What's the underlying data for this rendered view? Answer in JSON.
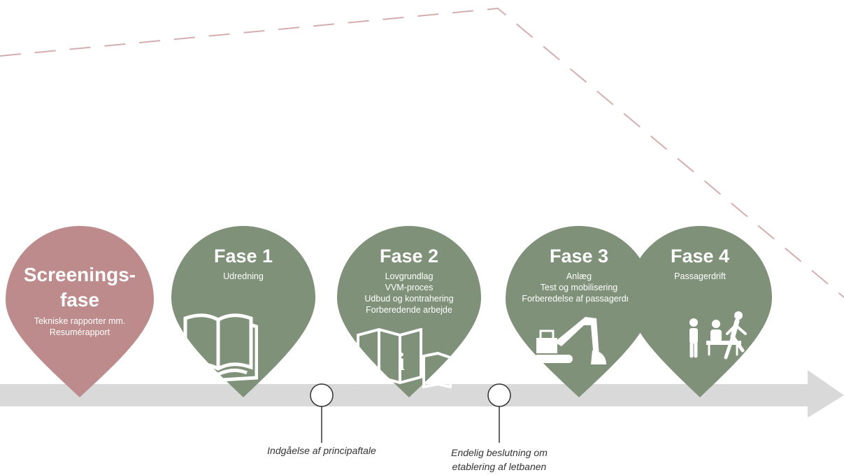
{
  "colors": {
    "screening": "#bd8b8b",
    "phase": "#7f9179",
    "arrow": "#d9d9d9",
    "dash": "#d4aeae",
    "line": "#333333"
  },
  "phases": [
    {
      "title_lines": [
        "Screenings-",
        "fase"
      ],
      "lines": [
        "Tekniske rapporter mm.",
        "Resumérapport"
      ],
      "icon": ""
    },
    {
      "title_lines": [
        "Fase 1"
      ],
      "lines": [
        "Udredning"
      ],
      "icon": "open-book-icon"
    },
    {
      "title_lines": [
        "Fase 2"
      ],
      "lines": [
        "Lovgrundlag",
        "VVM-proces",
        "Udbud og kontrahering",
        "Forberedende arbejde"
      ],
      "icon": "info-map-icon"
    },
    {
      "title_lines": [
        "Fase 3"
      ],
      "lines": [
        "Anlæg",
        "Test og mobilisering",
        "Forberedelse af passagerdrift"
      ],
      "icon": "excavator-icon"
    },
    {
      "title_lines": [
        "Fase 4"
      ],
      "lines": [
        "Passagerdrift"
      ],
      "icon": "passengers-icon"
    }
  ],
  "milestones": [
    {
      "lines": [
        "Indgåelse af principaftale"
      ]
    },
    {
      "lines": [
        "Endelig beslutning om",
        "etablering af letbanen"
      ]
    }
  ],
  "train_icon": "tram-icon"
}
